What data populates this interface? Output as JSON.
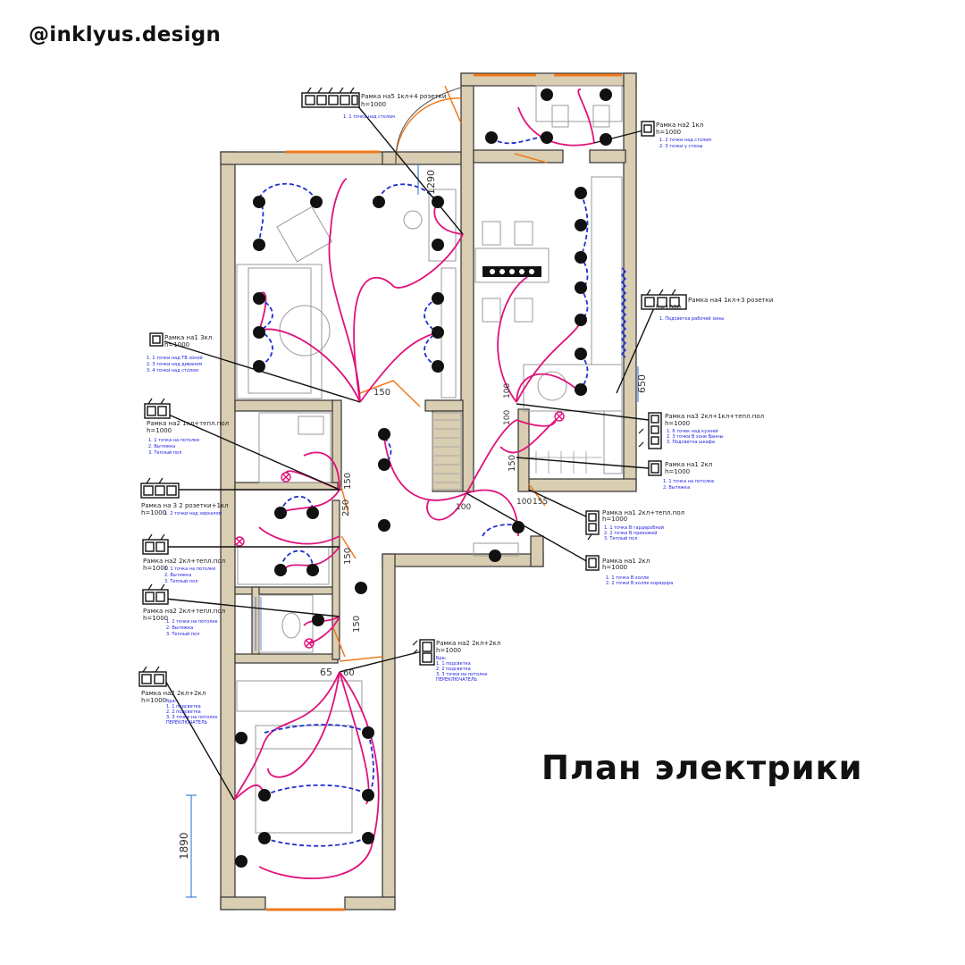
{
  "header": {
    "handle": "@inklyus.design"
  },
  "title": "План электрики",
  "colors": {
    "wall": "#d9cdb2",
    "wall_edge": "#333333",
    "window": "#f07a1c",
    "wire": "#e0127a",
    "dashed_link": "#1f2fd0",
    "fixture": "#111111",
    "note_text": "#1a1ae0",
    "door_arc": "#f07a1c"
  },
  "icons": {
    "light": "ceiling-light-icon",
    "switch": "switch-block-icon",
    "socket": "socket-block-icon"
  },
  "dimensions": {
    "d1290": "1290",
    "d650": "650",
    "d1890": "1890",
    "d150_a": "150",
    "d150_b": "150",
    "d150_c": "150",
    "d150_d": "150",
    "d150_e": "150",
    "d100_a": "100",
    "d100_b": "100",
    "d100_c": "100",
    "d100_d": "100",
    "d250": "250",
    "d65": "65",
    "d60": "60",
    "d155": "155"
  },
  "legend": {
    "l1": {
      "title": "Рамка на5 1кл+4 розетки",
      "height": "h=1000",
      "notes": [
        "1. 1 точка над столом"
      ]
    },
    "l2": {
      "title": "Рамка на2 1кл",
      "height": "h=1000",
      "notes": [
        "1. 2 точки над столом",
        "2. 3 точки у стены"
      ]
    },
    "l3": {
      "title": "Рамка на4 1кл+3 розетки",
      "height": "h=1000",
      "notes": [
        "1. Подсветка рабочей зоны"
      ]
    },
    "l4": {
      "title": "Рамка на1 3кл",
      "height": "h=1000",
      "notes": [
        "1. 1 точки над ТВ зоной",
        "2. 3 точки над диваном",
        "3. 4 точки над столом"
      ]
    },
    "l5": {
      "title": "Рамка на2 1кл+тепл.пол",
      "height": "h=1000",
      "notes": [
        "1. 1 точка на потолке",
        "2. Вытяжка",
        "3. Теплый пол"
      ]
    },
    "l6": {
      "title": "Рамка на 3 2 розетки+1кл",
      "height": "h=1000",
      "notes": [
        "1. 2 точки над зеркалом"
      ]
    },
    "l7": {
      "title": "Рамка на2 2кл+тепл.пол",
      "height": "h=1000",
      "notes": [
        "1. 1 точка на потолке",
        "2. Вытяжка",
        "3. Теплый пол"
      ]
    },
    "l8": {
      "title": "Рамка на2 2кл+тепл.пол",
      "height": "h=1000",
      "notes": [
        "1. 2 точки на потолке",
        "2. Вытяжка",
        "3. Теплый пол"
      ]
    },
    "l9": {
      "title": "Рамка на2 2кл+2кл",
      "height": "h=1000",
      "notes": [
        "Бра:",
        "1. 1 подсветка",
        "2. 2 подсветка",
        "3. 3 точки на потолке",
        "ПЕРЕКЛЮЧАТЕЛЬ"
      ]
    },
    "l10": {
      "title": "Рамка на3 2кл+1кл+тепл.пол",
      "height": "h=1000",
      "notes": [
        "1. 6 точек над кухней",
        "2. 3 точки В зоне Ванны",
        "3. Подсветка шкафа"
      ]
    },
    "l11": {
      "title": "Рамка на1 2кл",
      "height": "h=1000",
      "notes": [
        "1. 1 точка на потолке",
        "2. Вытяжка"
      ]
    },
    "l12": {
      "title": "Рамка на1 2кл+тепл.пол",
      "height": "h=1000",
      "notes": [
        "1. 1 точка В гардеробной",
        "2. 2 точки В прихожей",
        "3. Теплый пол"
      ]
    },
    "l13": {
      "title": "Рамка на1 2кл",
      "height": "h=1000",
      "notes": [
        "1. 1 точка В холле",
        "2. 2 точки В холле коридора"
      ]
    },
    "l14": {
      "title": "Рамка на2 2кл+2кл",
      "height": "h=1000",
      "notes": [
        "Бра:",
        "1. 1 подсветка",
        "2. 2 подсветка",
        "3. 3 точки на потолке",
        "ПЕРЕКЛЮЧАТЕЛЬ"
      ]
    }
  }
}
